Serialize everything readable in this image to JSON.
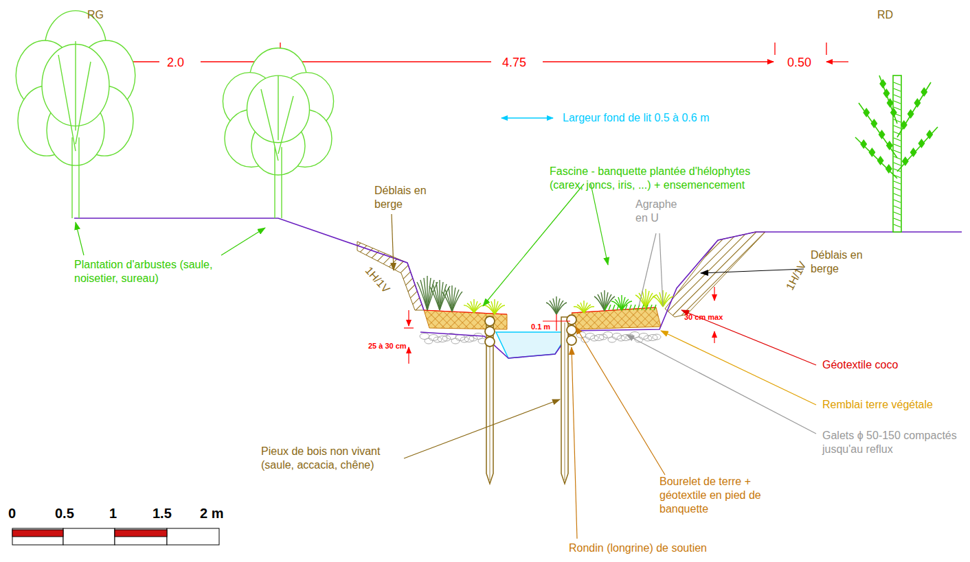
{
  "diagram": {
    "labels": [
      "RG",
      "RD",
      "2.0",
      "4.75",
      "0.50",
      "Largeur fond de lit 0.5 à 0.6 m",
      "Fascine - banquette plantée d'hélophytes (carex, joncs, iris, ...) + ensemencement",
      "Déblais en berge",
      "Agraphe en U",
      "1H/1V",
      "1H/1V",
      "Déblais en berge",
      "25 à 30 cm",
      "0.1 m",
      "30 cm max",
      "Géotextile coco",
      "Remblai terre végétale",
      "Galets ϕ 50-150 compactés jusqu'au reflux",
      "Plantation d'arbustes (saule, noisetier, sureau)",
      "Pieux de bois non vivant (saule, accacia, chêne)",
      "Bourelet de terre + géotextile en pied de banquette",
      "Rondin (longrine) de soutien",
      "0",
      "0.5",
      "1",
      "1.5",
      "2 m"
    ]
  }
}
